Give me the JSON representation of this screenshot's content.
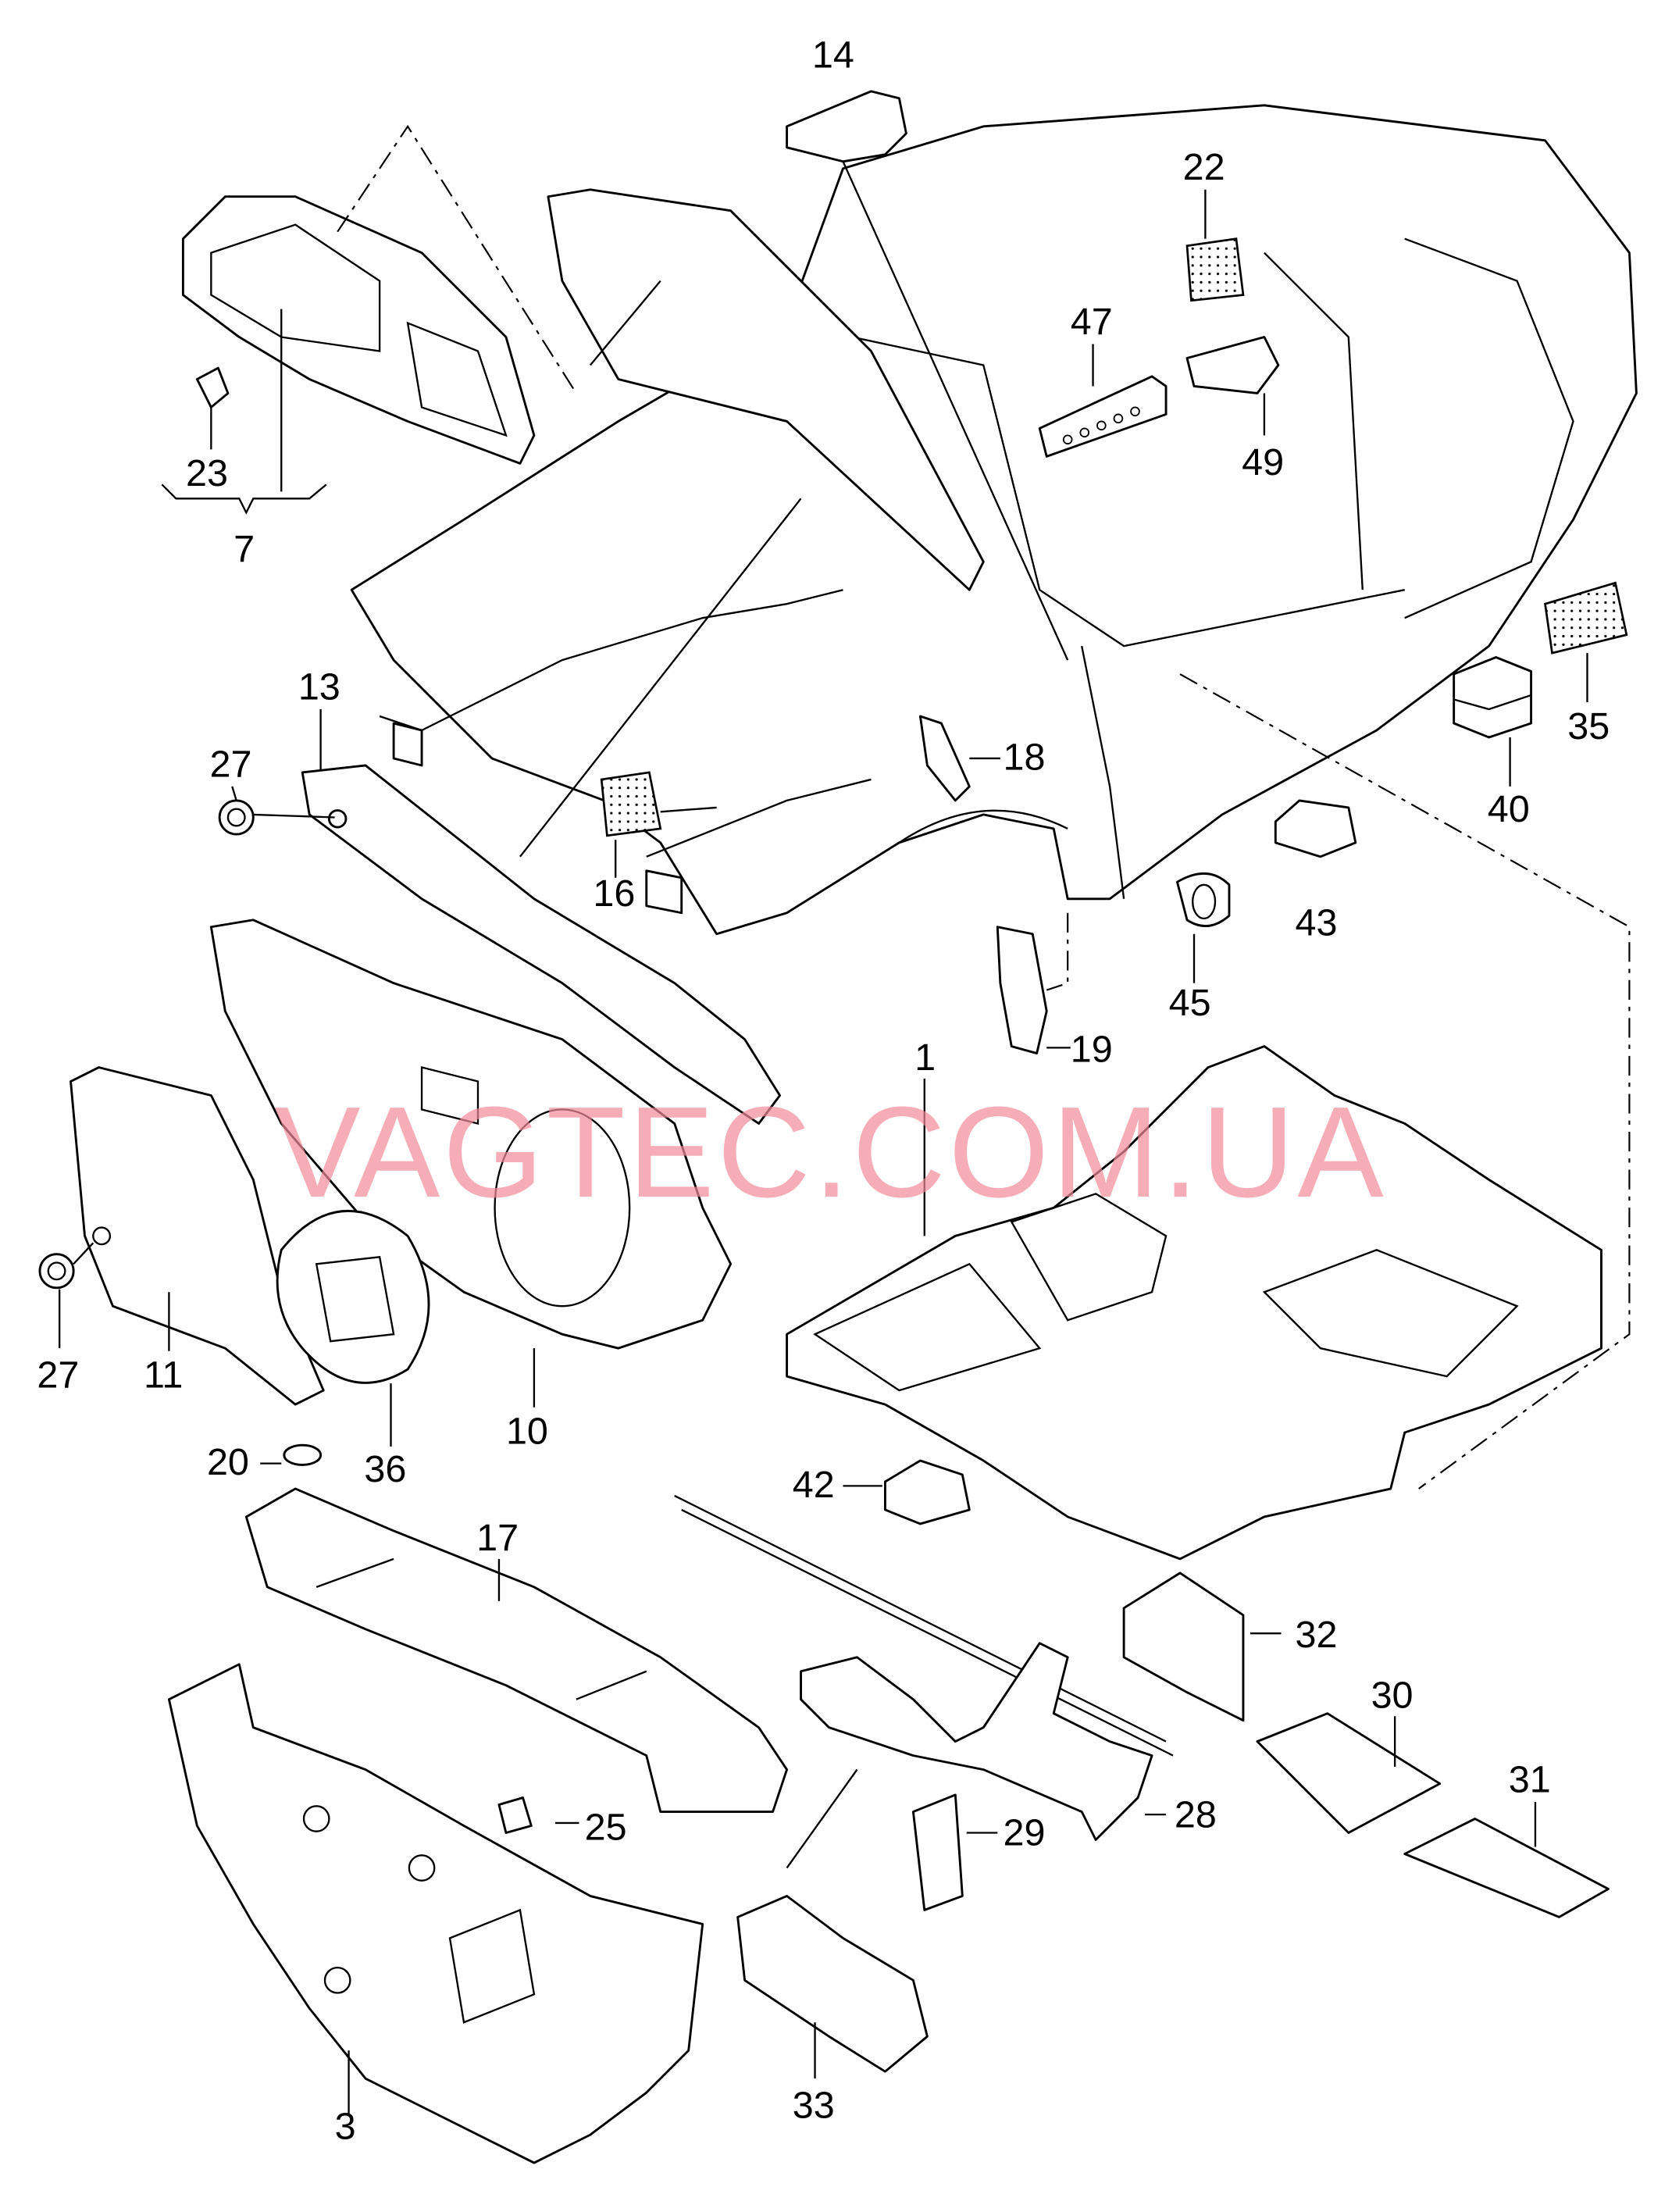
{
  "watermark": "VAGTEC.COM.UA",
  "callouts": {
    "c14": "14",
    "c22": "22",
    "c47": "47",
    "c49": "49",
    "c23": "23",
    "c7": "7",
    "c13": "13",
    "c27a": "27",
    "c18": "18",
    "c16": "16",
    "c35": "35",
    "c40": "40",
    "c43": "43",
    "c45": "45",
    "c19": "19",
    "c1": "1",
    "c27b": "27",
    "c11": "11",
    "c36": "36",
    "c10": "10",
    "c20": "20",
    "c42": "42",
    "c17": "17",
    "c32": "32",
    "c30": "30",
    "c31": "31",
    "c25": "25",
    "c29": "29",
    "c28": "28",
    "c33": "33",
    "c3": "3"
  }
}
